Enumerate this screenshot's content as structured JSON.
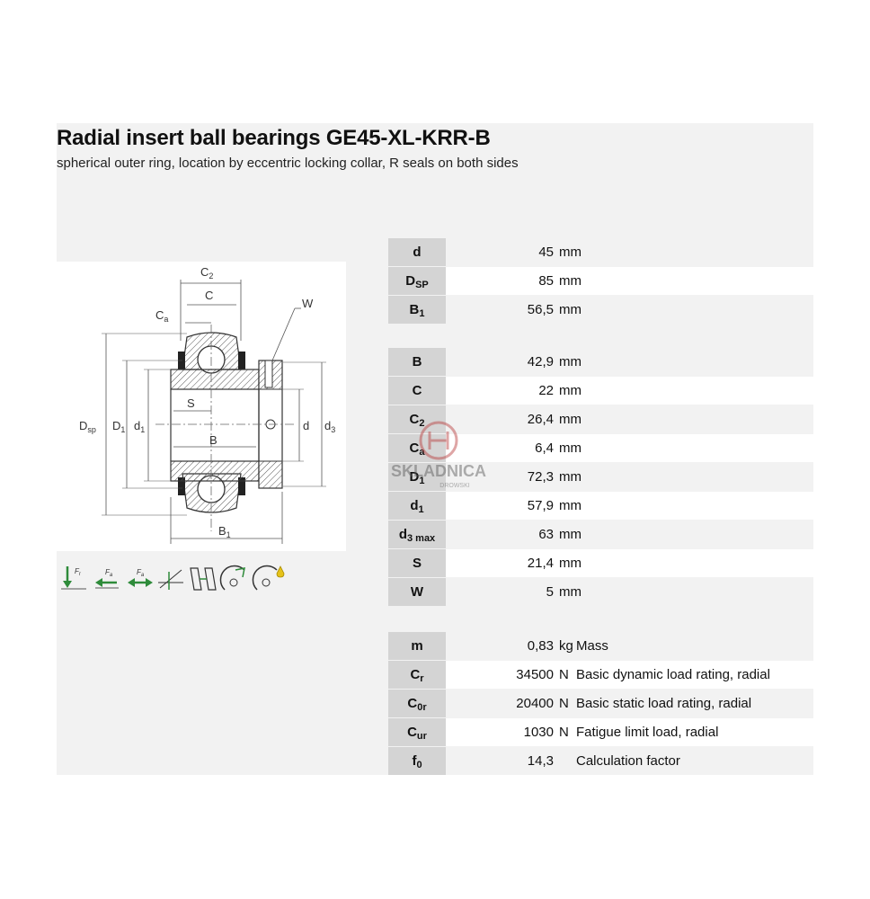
{
  "header": {
    "title": "Radial insert ball bearings GE45-XL-KRR-B",
    "subtitle": "spherical outer ring, location by eccentric locking collar, R seals on both sides"
  },
  "drawing": {
    "labels": {
      "c2": "C",
      "c2_sub": "2",
      "c": "C",
      "ca": "C",
      "ca_sub": "a",
      "w": "W",
      "s": "S",
      "b": "B",
      "dsp": "D",
      "dsp_sub": "sp",
      "d1_outer": "D",
      "d1_outer_sub": "1",
      "d1_inner": "d",
      "d1_inner_sub": "1",
      "d": "d",
      "d3": "d",
      "d3_sub": "3",
      "b1": "B",
      "b1_sub": "1"
    }
  },
  "load_icons": [
    "radial-load-icon",
    "axial-load-one-direction-icon",
    "axial-load-both-directions-icon",
    "angular-misalignment-icon",
    "compensation-icon",
    "seal-icon",
    "lubrication-icon"
  ],
  "load_icon_labels": {
    "fr": "F",
    "fr_sub": "r",
    "fa1": "F",
    "fa1_sub": "a",
    "fa2": "F",
    "fa2_sub": "a"
  },
  "watermark": {
    "text": "SKLADNICA",
    "sub": "DROWSKI"
  },
  "groups": [
    {
      "rows": [
        {
          "symbol": "d",
          "sub": "",
          "value": "45",
          "unit": "mm",
          "desc": ""
        },
        {
          "symbol": "D",
          "sub": "SP",
          "value": "85",
          "unit": "mm",
          "desc": ""
        },
        {
          "symbol": "B",
          "sub": "1",
          "value": "56,5",
          "unit": "mm",
          "desc": ""
        }
      ]
    },
    {
      "rows": [
        {
          "symbol": "B",
          "sub": "",
          "value": "42,9",
          "unit": "mm",
          "desc": ""
        },
        {
          "symbol": "C",
          "sub": "",
          "value": "22",
          "unit": "mm",
          "desc": ""
        },
        {
          "symbol": "C",
          "sub": "2",
          "value": "26,4",
          "unit": "mm",
          "desc": ""
        },
        {
          "symbol": "C",
          "sub": "a",
          "value": "6,4",
          "unit": "mm",
          "desc": ""
        },
        {
          "symbol": "D",
          "sub": "1",
          "value": "72,3",
          "unit": "mm",
          "desc": ""
        },
        {
          "symbol": "d",
          "sub": "1",
          "value": "57,9",
          "unit": "mm",
          "desc": ""
        },
        {
          "symbol": "d",
          "sub": "3 max",
          "value": "63",
          "unit": "mm",
          "desc": ""
        },
        {
          "symbol": "S",
          "sub": "",
          "value": "21,4",
          "unit": "mm",
          "desc": ""
        },
        {
          "symbol": "W",
          "sub": "",
          "value": "5",
          "unit": "mm",
          "desc": ""
        }
      ]
    },
    {
      "rows": [
        {
          "symbol": "m",
          "sub": "",
          "value": "0,83",
          "unit": "kg",
          "desc": "Mass"
        },
        {
          "symbol": "C",
          "sub": "r",
          "value": "34500",
          "unit": "N",
          "desc": "Basic dynamic load rating, radial"
        },
        {
          "symbol": "C",
          "sub": "0r",
          "value": "20400",
          "unit": "N",
          "desc": "Basic static load rating, radial"
        },
        {
          "symbol": "C",
          "sub": "ur",
          "value": "1030",
          "unit": "N",
          "desc": "Fatigue limit load, radial"
        },
        {
          "symbol": "f",
          "sub": "0",
          "value": "14,3",
          "unit": "",
          "desc": "Calculation factor"
        }
      ]
    }
  ]
}
